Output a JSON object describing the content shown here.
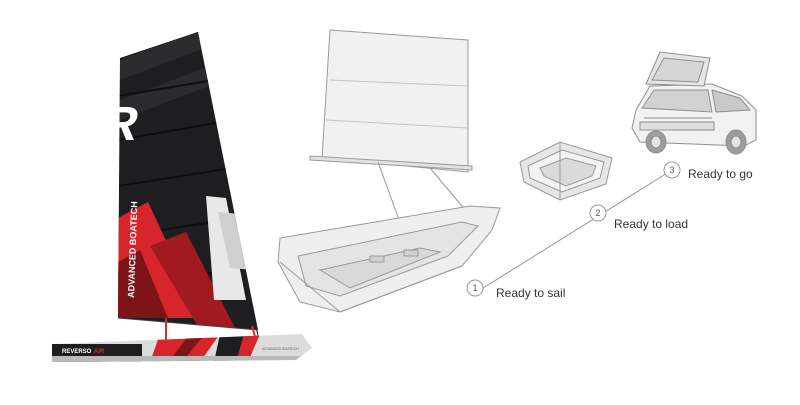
{
  "sail_brand": "ADVANCED BOATECH",
  "sail_logo_letter": "R",
  "hull_brand": "REVERSO",
  "hull_model": "AIR",
  "hull_small_text": "ADVANCED BOATECH",
  "steps": [
    {
      "number": "1",
      "label": "Ready to sail"
    },
    {
      "number": "2",
      "label": "Ready to load"
    },
    {
      "number": "3",
      "label": "Ready to go"
    }
  ],
  "colors": {
    "sail_dark": "#1e1e20",
    "accent_red": "#d6262c",
    "line_gray": "#9a9a9a",
    "light_fill": "#ececec"
  }
}
